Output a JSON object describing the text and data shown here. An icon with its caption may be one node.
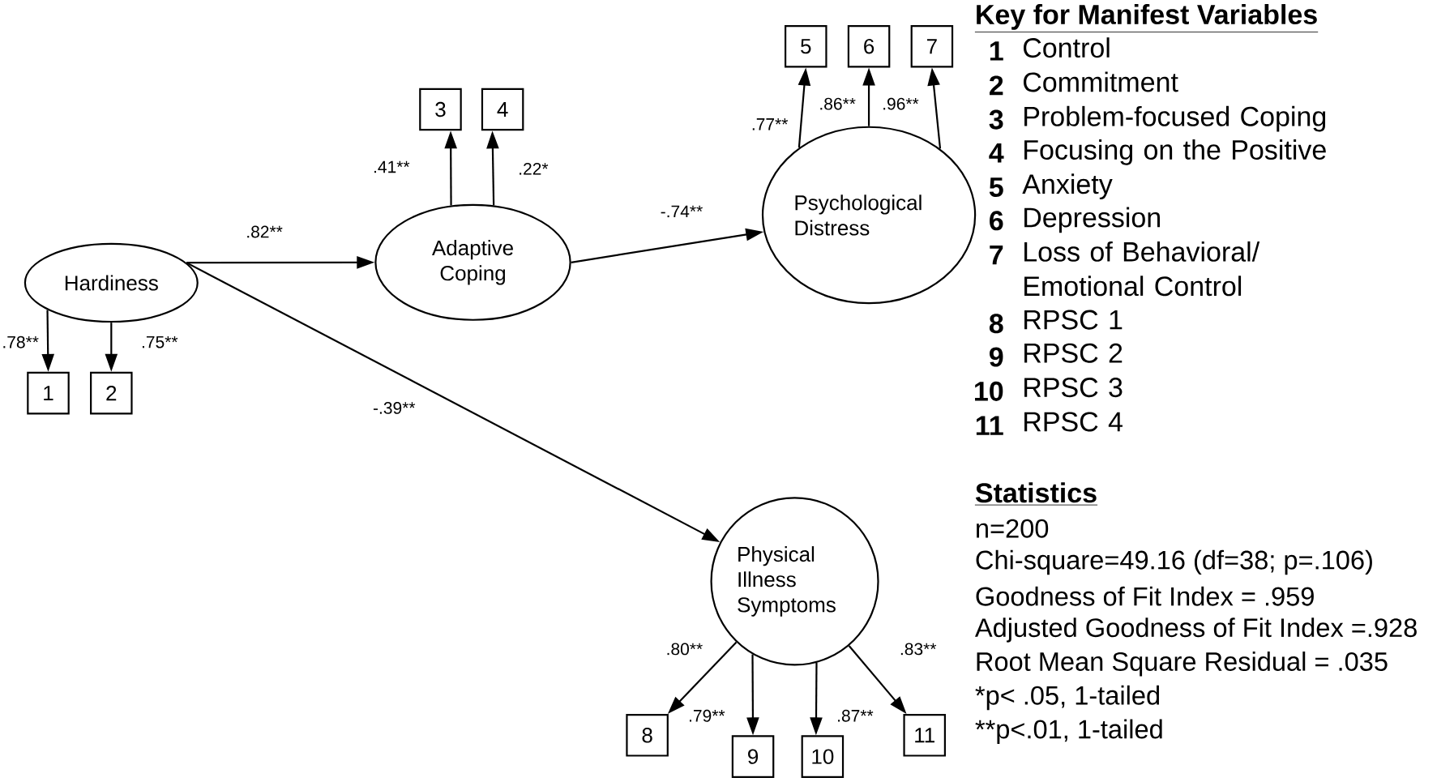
{
  "diagram": {
    "nodes": [
      {
        "text": [
          "Hardiness"
        ]
      },
      {
        "text": [
          "1"
        ]
      },
      {
        "text": [
          "2"
        ]
      },
      {
        "text": [
          "Adaptive Coping"
        ]
      },
      {
        "text": [
          "3"
        ]
      },
      {
        "text": [
          "4"
        ]
      },
      {
        "text": [
          "Psychological Distress"
        ]
      },
      {
        "text": [
          "5"
        ]
      },
      {
        "text": [
          "6"
        ]
      },
      {
        "text": [
          "7"
        ]
      },
      {
        "text": [
          "Physical Illness Symptoms"
        ]
      },
      {
        "text": [
          "8"
        ]
      },
      {
        "text": [
          "9"
        ]
      },
      {
        "text": [
          "10"
        ]
      },
      {
        "text": [
          "11"
        ]
      }
    ],
    "edges": [
      {
        "from": 0,
        "to": 1,
        "arrow": "to",
        "label": ".78**"
      },
      {
        "from": 0,
        "to": 2,
        "arrow": "to",
        "label": ".75**"
      },
      {
        "from": 0,
        "to": 3,
        "arrow": "to",
        "label": ".82**"
      },
      {
        "from": 0,
        "to": 10,
        "arrow": "to",
        "label": "-.39**"
      },
      {
        "from": 3,
        "to": 4,
        "arrow": "to",
        "label": ".41**"
      },
      {
        "from": 3,
        "to": 5,
        "arrow": "to",
        "label": ".22*"
      },
      {
        "from": 3,
        "to": 6,
        "arrow": "to",
        "label": "-.74**"
      },
      {
        "from": 6,
        "to": 7,
        "arrow": "to",
        "label": ".77**"
      },
      {
        "from": 6,
        "to": 8,
        "arrow": "to",
        "label": ".86**"
      },
      {
        "from": 6,
        "to": 9,
        "arrow": "to",
        "label": ".96**"
      },
      {
        "from": 10,
        "to": 11,
        "arrow": "to",
        "label": ".80**"
      },
      {
        "from": 10,
        "to": 12,
        "arrow": "to",
        "label": ".79**"
      },
      {
        "from": 10,
        "to": 13,
        "arrow": "to",
        "label": ".87**"
      },
      {
        "from": 10,
        "to": 14,
        "arrow": "to",
        "label": ".83**"
      }
    ],
    "labels": [
      "Key for Manifest Variables",
      "1",
      "Control",
      "2",
      "Commitment",
      "3",
      "Problem-focused Coping",
      "4",
      "Focusing on the Positive",
      "5",
      "Anxiety",
      "6",
      "Depression",
      "7",
      "Loss of Behavioral/ Emotional Control",
      "8",
      "RPSC 1",
      "9",
      "RPSC 2",
      "10",
      "RPSC 3",
      "11",
      "RPSC 4",
      "Statistics",
      "n=200",
      "Chi-square=49.16 (df=38; p=.106)",
      "Goodness of Fit Index = .959",
      "Adjusted Goodness of Fit Index =.928",
      "Root Mean Square Residual = .035",
      "*p< .05, 1-tailed",
      "**p<.01, 1-tailed"
    ]
  }
}
